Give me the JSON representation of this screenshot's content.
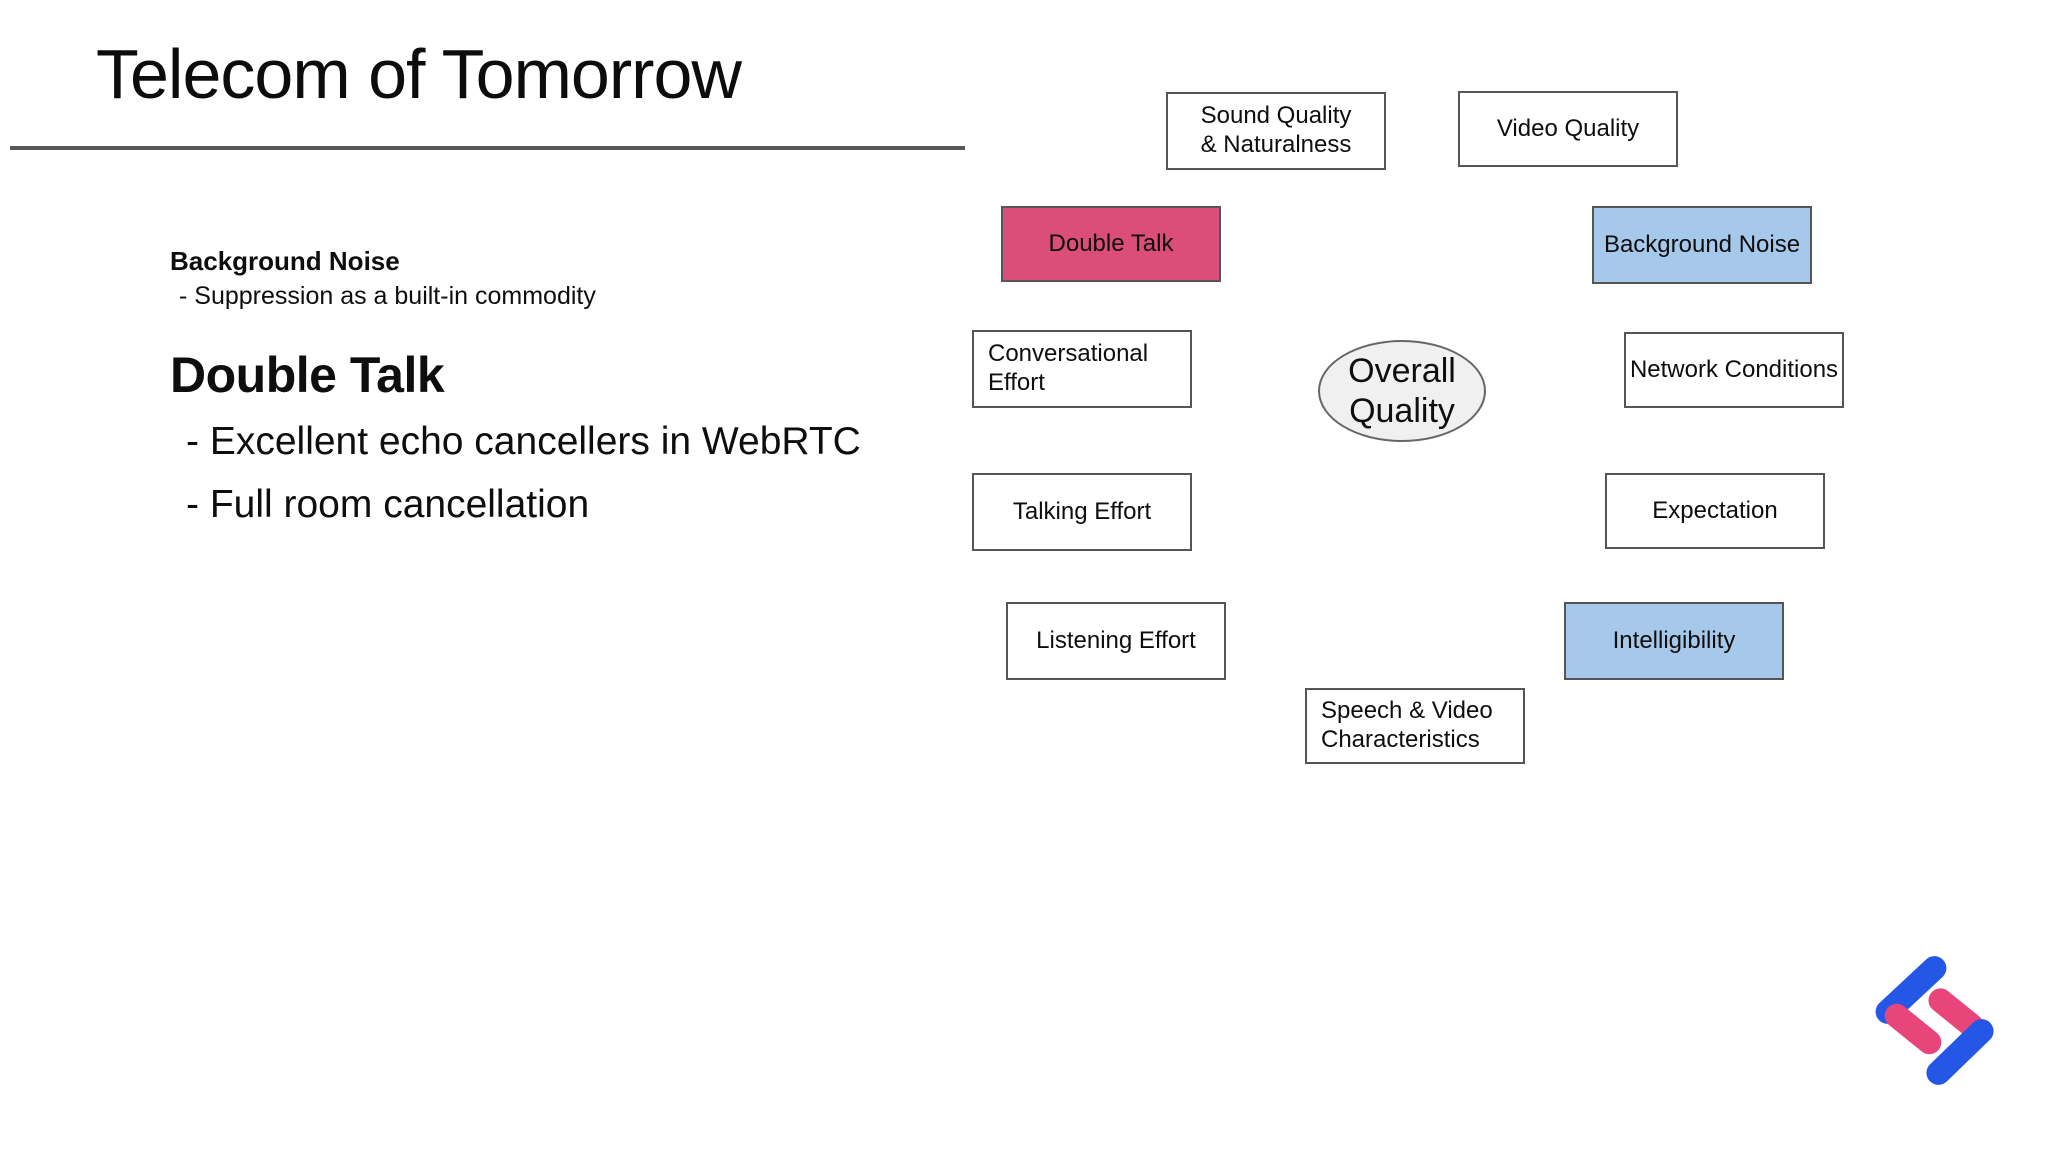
{
  "slide": {
    "title": "Telecom of Tomorrow",
    "left_content": {
      "section1_heading": "Background Noise",
      "section1_bullet": "- Suppression as a built-in commodity",
      "section2_heading": "Double Talk",
      "section2_bullets": [
        "- Excellent echo cancellers in WebRTC",
        "- Full room cancellation"
      ]
    }
  },
  "diagram": {
    "center": {
      "lines": [
        "Overall",
        "Quality"
      ],
      "fill": "#f0f0f0"
    },
    "nodes": {
      "sound_quality": {
        "lines": [
          "Sound Quality",
          "& Naturalness"
        ],
        "fill": "#ffffff"
      },
      "video_quality": {
        "label": "Video Quality",
        "fill": "#ffffff"
      },
      "double_talk": {
        "label": "Double Talk",
        "fill": "#db4e79"
      },
      "background_noise": {
        "label": "Background Noise",
        "fill": "#a6c8ea"
      },
      "conversational_effort": {
        "lines": [
          "Conversational",
          "Effort"
        ],
        "fill": "#ffffff"
      },
      "network_conditions": {
        "label": "Network Conditions",
        "fill": "#ffffff"
      },
      "talking_effort": {
        "label": "Talking Effort",
        "fill": "#ffffff"
      },
      "expectation": {
        "label": "Expectation",
        "fill": "#ffffff"
      },
      "listening_effort": {
        "label": "Listening Effort",
        "fill": "#ffffff"
      },
      "intelligibility": {
        "label": "Intelligibility",
        "fill": "#a6c8ea"
      },
      "speech_video": {
        "lines": [
          "Speech & Video",
          "Characteristics"
        ],
        "fill": "#ffffff"
      }
    }
  },
  "colors": {
    "accent_pink": "#db4e79",
    "accent_blue": "#a6c8ea",
    "ellipse_gray": "#f0f0f0",
    "divider_gray": "#58595b"
  },
  "logo": {
    "blue": "#2457e6",
    "pink": "#e8467a"
  }
}
